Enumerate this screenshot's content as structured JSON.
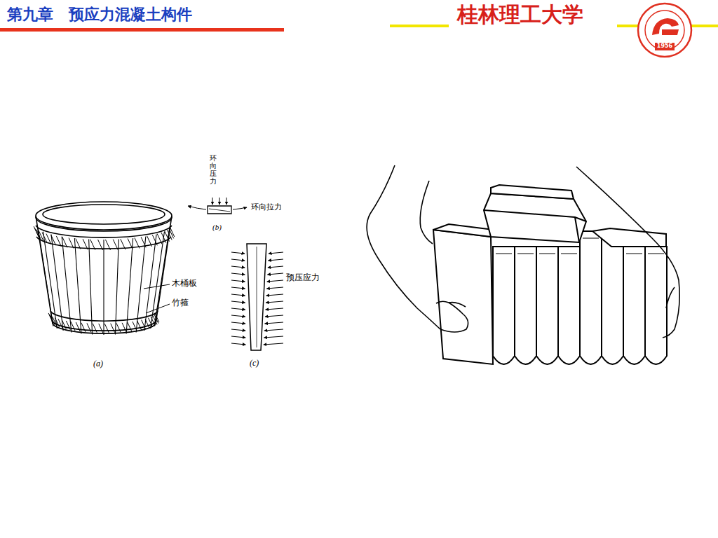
{
  "diagram": {
    "title": "第九章　预应力混凝土构件",
    "labels": [
      "桂林理工大学",
      "1956",
      "环向压力",
      "环向拉力",
      "(b)",
      "木桶板",
      "竹箍",
      "预压应力",
      "(a)",
      "(c)"
    ]
  }
}
